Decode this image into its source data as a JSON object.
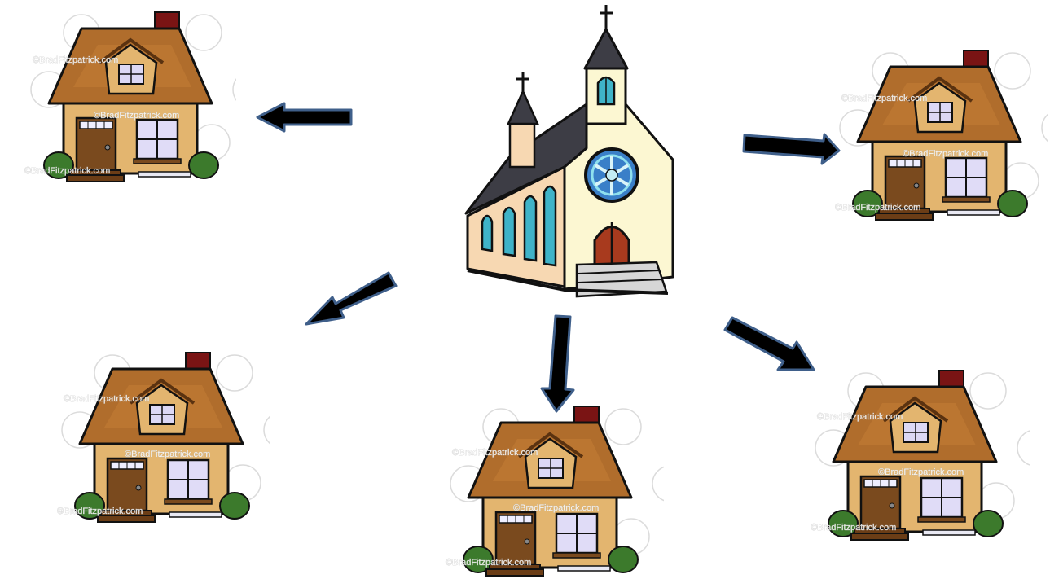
{
  "diagram": {
    "center": {
      "icon": "church-icon"
    },
    "houses": [
      {
        "id": "house-top-left",
        "icon": "house-icon",
        "watermark": "©BradFitzpatrick.com"
      },
      {
        "id": "house-top-right",
        "icon": "house-icon",
        "watermark": "©BradFitzpatrick.com"
      },
      {
        "id": "house-middle-left",
        "icon": "house-icon",
        "watermark": "©BradFitzpatrick.com"
      },
      {
        "id": "house-bottom-center",
        "icon": "house-icon",
        "watermark": "©BradFitzpatrick.com"
      },
      {
        "id": "house-bottom-right",
        "icon": "house-icon",
        "watermark": "©BradFitzpatrick.com"
      }
    ],
    "arrows": [
      {
        "from": "church",
        "to": "house-top-left"
      },
      {
        "from": "church",
        "to": "house-top-right"
      },
      {
        "from": "church",
        "to": "house-middle-left"
      },
      {
        "from": "church",
        "to": "house-bottom-center"
      },
      {
        "from": "church",
        "to": "house-bottom-right"
      }
    ],
    "colors": {
      "arrow_fill": "#000000",
      "arrow_outline": "#3f5f8a",
      "roof": "#b06d2c",
      "wall": "#e3b56f",
      "door": "#7a4a1e",
      "chimney": "#7a1414",
      "bush": "#3c7a2c",
      "church_wall": "#fcf7d2",
      "church_roof": "#3d3d45",
      "church_side": "#f7d8b2"
    }
  }
}
